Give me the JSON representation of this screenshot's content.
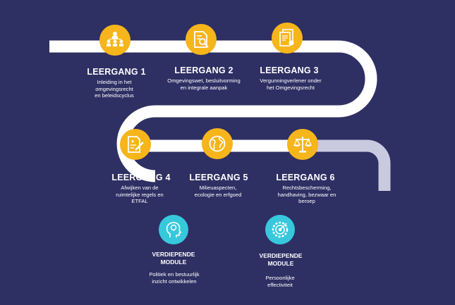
{
  "colors": {
    "background": "#2e2f63",
    "road": "#ffffff",
    "road_end": "#c9c9e0",
    "node": "#f6b51b",
    "module": "#37c8dc"
  },
  "leergangen": [
    {
      "title": "LEERGANG 1",
      "desc": [
        "Inleiding in het",
        "omgevingsrecht",
        "en beleidscyclus"
      ],
      "icon": "people-hierarchy-icon"
    },
    {
      "title": "LEERGANG 2",
      "desc": [
        "Omgevingswet, besluitvorming",
        "en integrale aanpak"
      ],
      "icon": "document-search-icon"
    },
    {
      "title": "LEERGANG 3",
      "desc": [
        "Vergunningverlener onder",
        "het Omgevingsrecht"
      ],
      "icon": "permit-documents-icon"
    },
    {
      "title": "LEERGANG 4",
      "desc": [
        "Afwijken van de",
        "ruimtelijke regels en",
        "ETFAL"
      ],
      "icon": "document-edit-icon"
    },
    {
      "title": "LEERGANG 5",
      "desc": [
        "Milieuaspecten,",
        "ecologie en erfgoed"
      ],
      "icon": "globe-icon"
    },
    {
      "title": "LEERGANG 6",
      "desc": [
        "Rechtsbescherming,",
        "handhaving, bezwaar en",
        "beroep"
      ],
      "icon": "scales-icon"
    }
  ],
  "modules": [
    {
      "title": [
        "VERDIEPENDE",
        "MODULE"
      ],
      "desc": [
        "Politiek en bestuurlijk",
        "inzicht ontwikkelen"
      ],
      "icon": "head-lightbulb-icon"
    },
    {
      "title": [
        "VERDIEPENDE",
        "MODULE"
      ],
      "desc": [
        "Persoonlijke",
        "effectiviteit"
      ],
      "icon": "target-gear-icon"
    }
  ]
}
